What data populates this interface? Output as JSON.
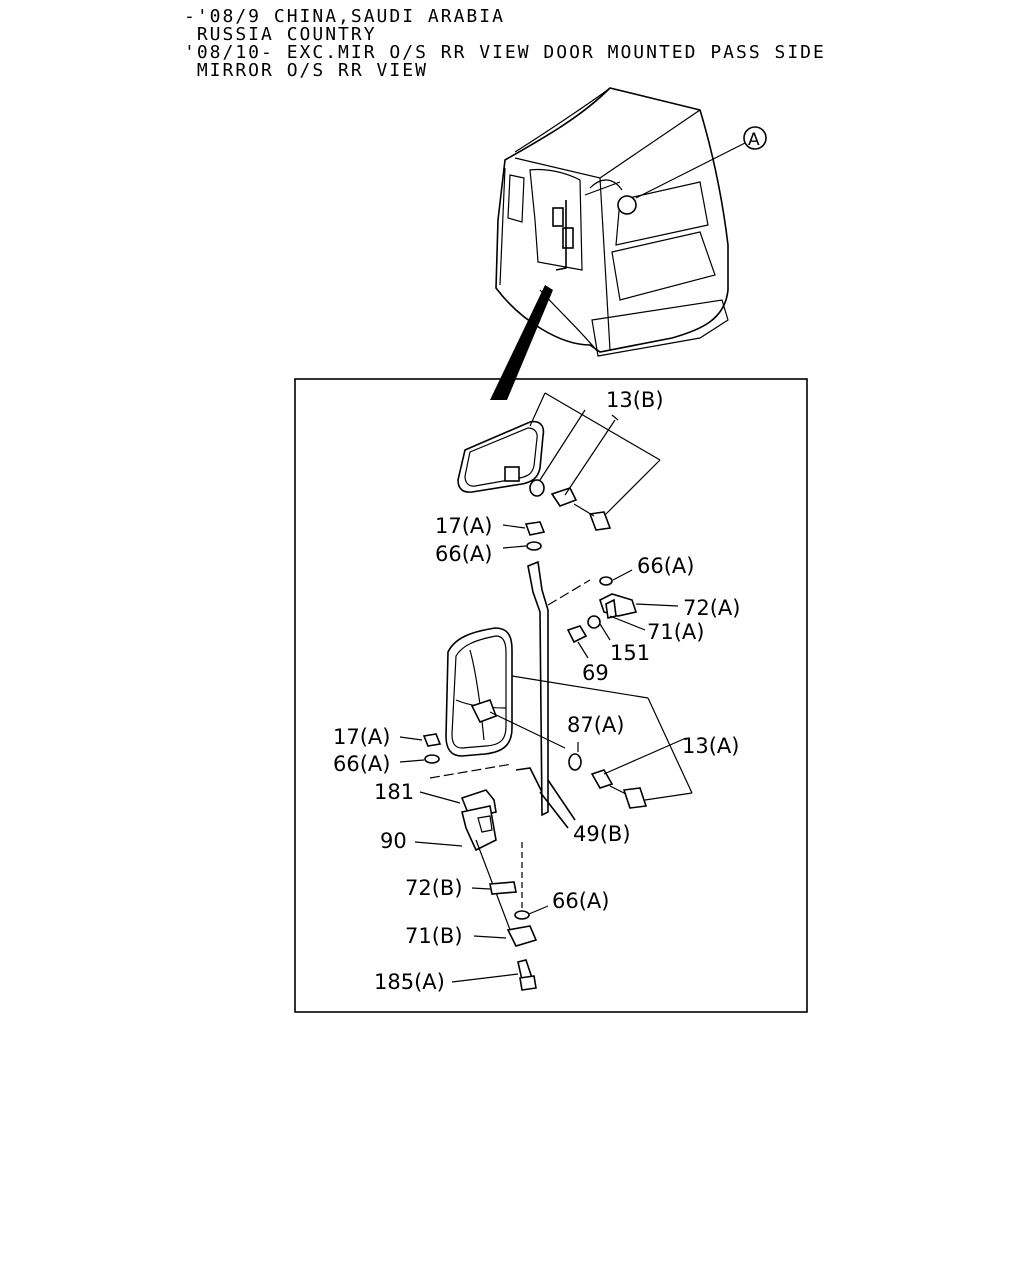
{
  "header": {
    "line1": "-'08/9 CHINA,SAUDI ARABIA",
    "line2": " RUSSIA COUNTRY",
    "line3": "'08/10- EXC.MIR O/S RR VIEW DOOR MOUNTED PASS SIDE",
    "line4": " MIRROR O/S RR VIEW"
  },
  "callout": {
    "ref": "A"
  },
  "labels": {
    "p13b": "13(B)",
    "p17a_top": "17(A)",
    "p66a_top": "66(A)",
    "p66a_right": "66(A)",
    "p72a": "72(A)",
    "p71a": "71(A)",
    "p151": "151",
    "p69": "69",
    "p87a": "87(A)",
    "p13a": "13(A)",
    "p17a_left": "17(A)",
    "p66a_left": "66(A)",
    "p181": "181",
    "p49b": "49(B)",
    "p90": "90",
    "p72b": "72(B)",
    "p66a_bottom": "66(A)",
    "p71b": "71(B)",
    "p185a": "185(A)"
  }
}
